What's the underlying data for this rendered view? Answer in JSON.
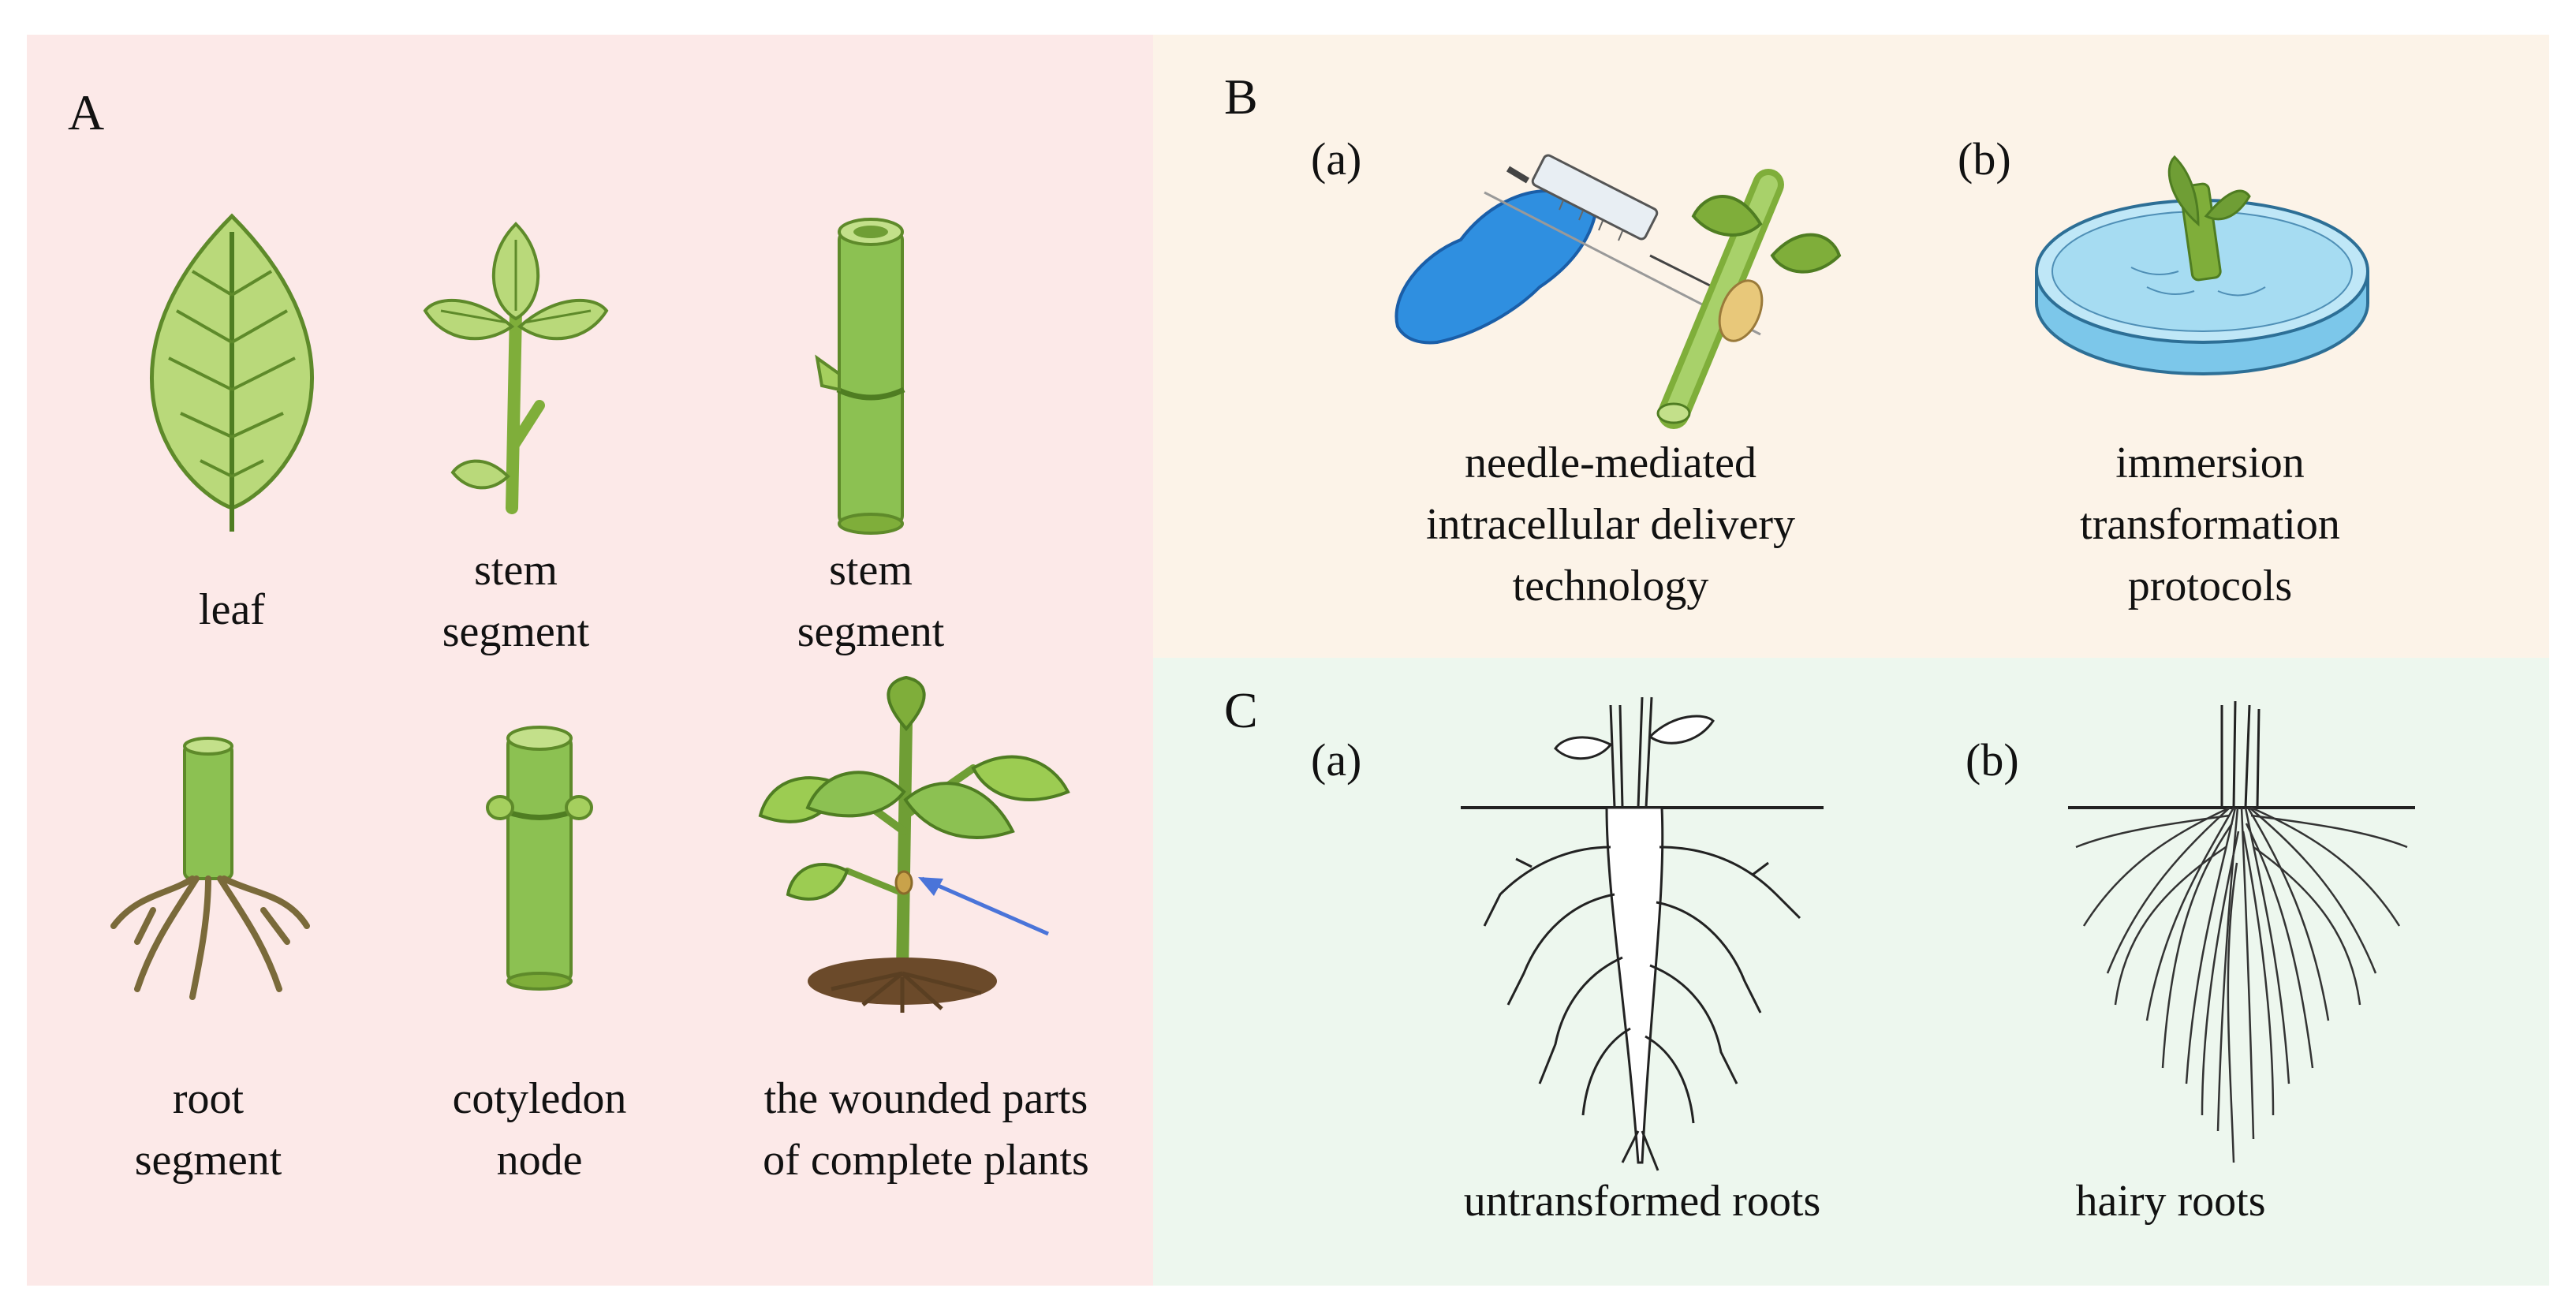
{
  "panels": {
    "a": {
      "letter": "A",
      "items": [
        {
          "icon": "leaf-icon",
          "lines": [
            "leaf"
          ]
        },
        {
          "icon": "stem-branch-icon",
          "lines": [
            "stem",
            "segment"
          ]
        },
        {
          "icon": "stem-node-icon",
          "lines": [
            "stem",
            "segment"
          ]
        },
        {
          "icon": "root-segment-icon",
          "lines": [
            "root",
            "segment"
          ]
        },
        {
          "icon": "cotyledon-node-icon",
          "lines": [
            "cotyledon",
            "node"
          ]
        },
        {
          "icon": "wounded-plant-icon",
          "lines": [
            "the wounded parts",
            "of complete plants"
          ]
        }
      ]
    },
    "b": {
      "letter": "B",
      "items": [
        {
          "sub": "(a)",
          "icon": "syringe-injection-icon",
          "lines": [
            "needle-mediated",
            "intracellular delivery",
            "technology"
          ]
        },
        {
          "sub": "(b)",
          "icon": "petri-dish-immersion-icon",
          "lines": [
            "immersion",
            "transformation",
            "protocols"
          ]
        }
      ]
    },
    "c": {
      "letter": "C",
      "items": [
        {
          "sub": "(a)",
          "icon": "taproot-icon",
          "lines": [
            "untransformed roots"
          ]
        },
        {
          "sub": "(b)",
          "icon": "hairy-roots-icon",
          "lines": [
            "hairy roots"
          ]
        }
      ]
    }
  },
  "colors": {
    "panel_a_bg": "#fce9e8",
    "panel_b_bg": "#fcf3e8",
    "panel_c_bg": "#edf7ee",
    "plant_green": "#8cc152",
    "glove_blue": "#2f8fe0",
    "arrow_blue": "#4a74d9",
    "root_brown": "#7a5a33"
  }
}
